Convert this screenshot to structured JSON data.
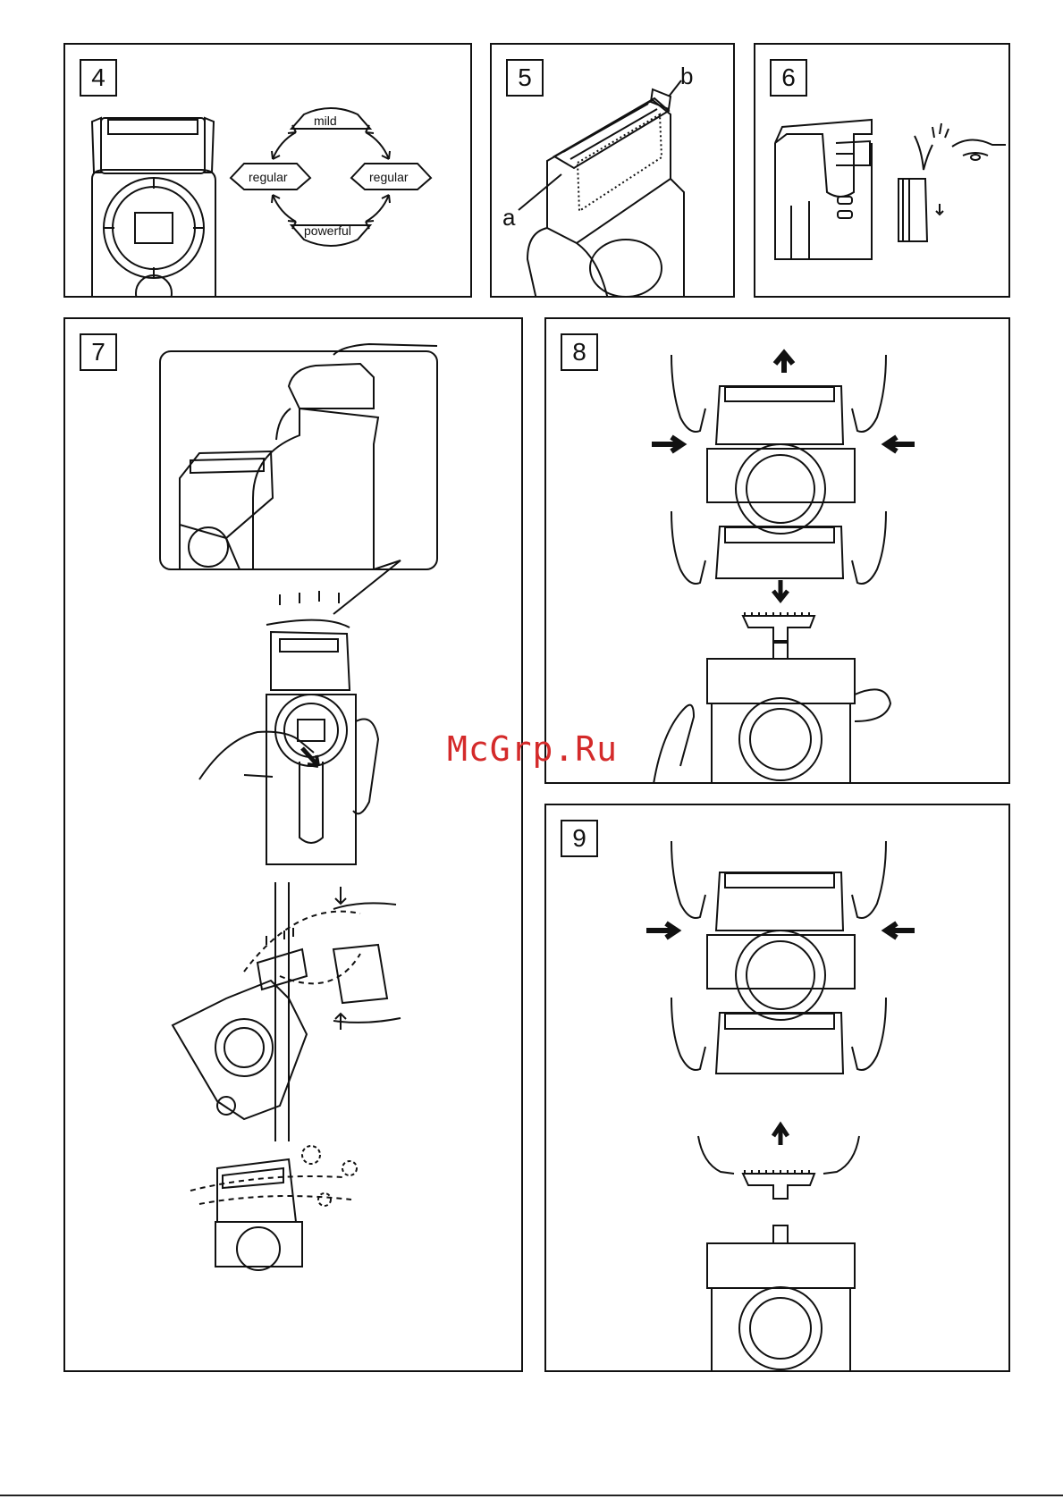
{
  "panels": {
    "p4": {
      "number": "4",
      "modes": {
        "top": "mild",
        "left": "regular",
        "right": "regular",
        "bottom": "powerful"
      }
    },
    "p5": {
      "number": "5",
      "label_a": "a",
      "label_b": "b"
    },
    "p6": {
      "number": "6"
    },
    "p7": {
      "number": "7"
    },
    "p8": {
      "number": "8"
    },
    "p9": {
      "number": "9"
    }
  },
  "watermark": {
    "text": "McGrp.Ru",
    "color": "#d42a2a"
  }
}
